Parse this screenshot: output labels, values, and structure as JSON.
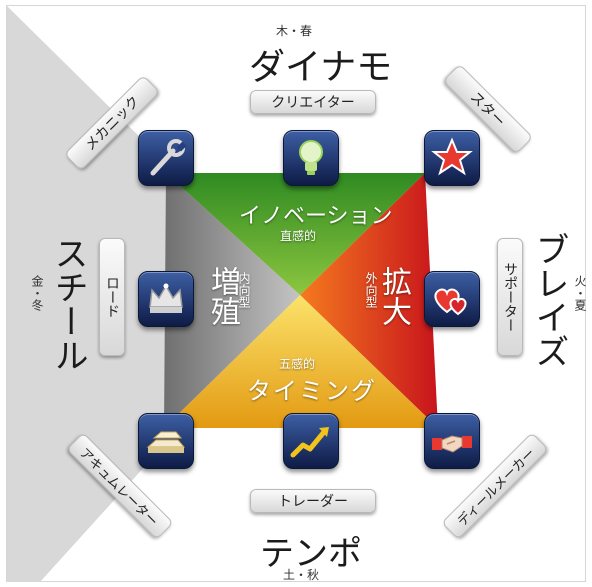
{
  "top": {
    "element": "木・春",
    "title": "ダイナモ",
    "role": "クリエイター"
  },
  "right": {
    "element": "火・夏",
    "title": "ブレイズ",
    "role": "サポーター"
  },
  "bottom": {
    "element": "土・秋",
    "title": "テンポ",
    "role": "トレーダー"
  },
  "left": {
    "element": "金・冬",
    "title": "スチール",
    "role": "ロード"
  },
  "diagonals": {
    "top_right": "スター",
    "top_left": "メカニック",
    "bottom_left": "アキュムレーター",
    "bottom_right": "ディールメーカー"
  },
  "center": {
    "top_main": "イノベーション",
    "top_sub": "直感的",
    "bottom_sub": "五感的",
    "bottom_main": "タイミング",
    "left_main": "増殖",
    "left_sub": "内向型",
    "right_main": "拡大",
    "right_sub": "外向型"
  },
  "icons": {
    "top_left": "wrench-icon",
    "top": "lightbulb-icon",
    "top_right": "star-icon",
    "left": "crown-icon",
    "right": "hearts-icon",
    "bottom_left": "gold-bars-icon",
    "bottom": "rising-chart-icon",
    "bottom_right": "handshake-icon"
  },
  "colors": {
    "green": "#3f9a2e",
    "red": "#d4261f",
    "orange": "#f08a1c",
    "yellow": "#f2c31c",
    "gray": "#8e8e8e",
    "icon_blue": "#223a78"
  }
}
